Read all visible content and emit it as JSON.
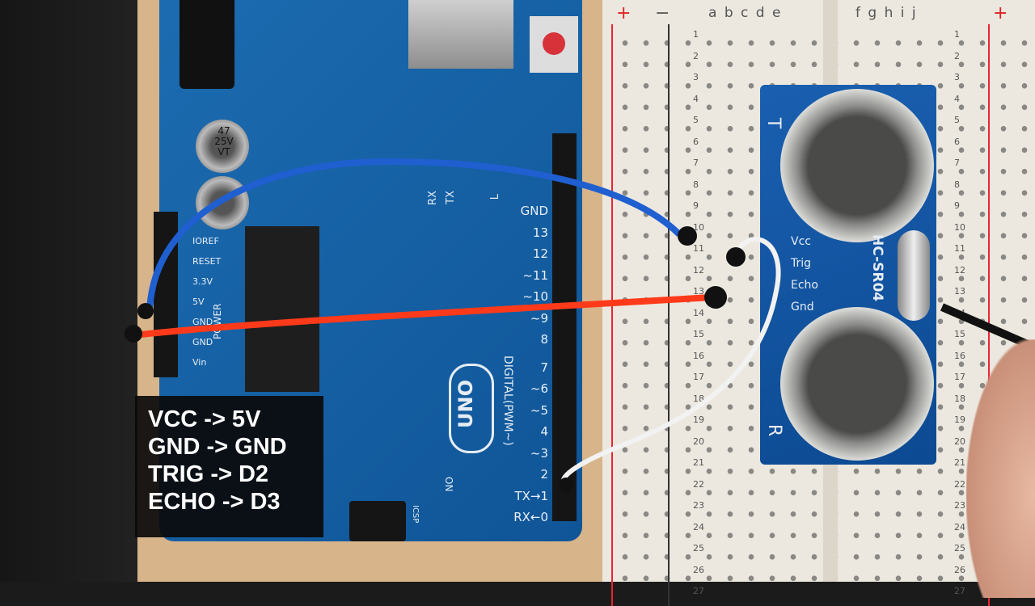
{
  "overlay": {
    "lines": [
      "VCC -> 5V",
      "GND -> GND",
      "TRIG -> D2",
      "ECHO -> D3"
    ]
  },
  "arduino": {
    "logo": "UNO",
    "digital_label": "DIGITAL(PWM~)",
    "power_label": "POWER",
    "power_pins": [
      "IOREF",
      "RESET",
      "3.3V",
      "5V",
      "GND",
      "GND",
      "Vin"
    ],
    "digital_pins": [
      "GND",
      "13",
      "12",
      "~11",
      "~10",
      "~9",
      "8",
      "7",
      "~6",
      "~5",
      "4",
      "~3",
      "2",
      "TX→1",
      "RX←0"
    ],
    "leds": [
      "RX",
      "TX",
      "L",
      "ON"
    ],
    "cap_label": [
      "47",
      "25V",
      "VT"
    ],
    "icsp": "ICSP"
  },
  "sensor": {
    "model": "HC-SR04",
    "pins": [
      "Vcc",
      "Trig",
      "Echo",
      "Gnd"
    ],
    "t": "T",
    "r": "R"
  },
  "breadboard": {
    "cols_left": "a b c d e",
    "cols_right": "f g h i j",
    "plus": "+",
    "minus": "−",
    "rows": [
      "1",
      "2",
      "3",
      "4",
      "5",
      "6",
      "7",
      "8",
      "9",
      "10",
      "11",
      "12",
      "13",
      "14",
      "15",
      "16",
      "17",
      "18",
      "19",
      "20",
      "21",
      "22",
      "23",
      "24",
      "25",
      "26",
      "27"
    ]
  },
  "colors": {
    "board": "#1c6bb0",
    "blue_wire": "#1f5fd0",
    "red_wire": "#ff3a1a",
    "white_wire": "#f2f2f2"
  }
}
